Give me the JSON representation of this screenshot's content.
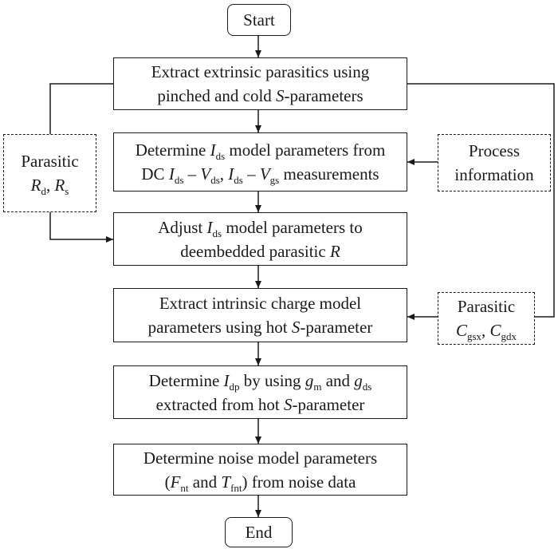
{
  "flowchart": {
    "start": "Start",
    "end": "End",
    "steps": {
      "extract_extrinsic": {
        "line1": "Extract extrinsic parasitics using",
        "line2_a": "pinched and cold ",
        "line2_s": "S",
        "line2_b": "-parameters"
      },
      "determine_ids": {
        "l1_a": "Determine ",
        "l1_var": "I",
        "l1_sub": "ds",
        "l1_b": " model parameters from",
        "l2_a": "DC ",
        "l2_i1": "I",
        "l2_i1_sub": "ds",
        "l2_dash1": " – ",
        "l2_v1": "V",
        "l2_v1_sub": "ds",
        "l2_comma": ", ",
        "l2_i2": "I",
        "l2_i2_sub": "ds",
        "l2_dash2": " – ",
        "l2_v2": "V",
        "l2_v2_sub": "gs",
        "l2_b": " measurements"
      },
      "adjust_ids": {
        "l1_a": "Adjust ",
        "l1_var": "I",
        "l1_sub": "ds",
        "l1_b": " model parameters to",
        "l2": "deembedded parasitic ",
        "l2_var": "R"
      },
      "extract_intrinsic": {
        "line1": "Extract intrinsic charge model",
        "line2_a": "parameters using hot ",
        "line2_s": "S",
        "line2_b": "-parameter"
      },
      "determine_idp": {
        "l1_a": "Determine ",
        "l1_var": "I",
        "l1_sub": "dp",
        "l1_b": " by using ",
        "l1_g1": "g",
        "l1_g1_sub": "m",
        "l1_and": " and ",
        "l1_g2": "g",
        "l1_g2_sub": "ds",
        "l2_a": "extracted from hot ",
        "l2_s": "S",
        "l2_b": "-parameter"
      },
      "determine_noise": {
        "line1": "Determine noise model parameters",
        "l2_open": "(",
        "l2_f": "F",
        "l2_f_sub": "nt",
        "l2_and": " and ",
        "l2_t": "T",
        "l2_t_sub": "fnt",
        "l2_b": ") from noise data"
      }
    },
    "side": {
      "parasitic_r": {
        "line1": "Parasitic",
        "r1": "R",
        "r1_sub": "d",
        "comma": ", ",
        "r2": "R",
        "r2_sub": "s"
      },
      "process_info": {
        "line1": "Process",
        "line2": "information"
      },
      "parasitic_c": {
        "line1": "Parasitic",
        "c1": "C",
        "c1_sub": "gsx",
        "comma": ", ",
        "c2": "C",
        "c2_sub": "gdx"
      }
    }
  }
}
